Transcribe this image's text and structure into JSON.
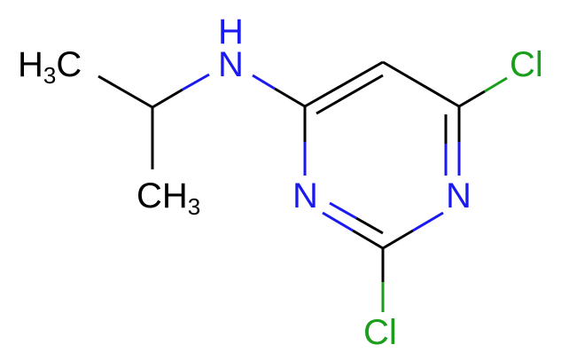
{
  "molecule": {
    "colors": {
      "carbon": "#000000",
      "nitrogen": "#1a1af0",
      "chlorine": "#1b9e1b",
      "background": "#ffffff"
    },
    "labels": {
      "methyl_top_main": "H",
      "methyl_top_sub": "3",
      "methyl_top_c": "C",
      "nh": "H",
      "nh_n": "N",
      "methyl_bottom_c": "CH",
      "methyl_bottom_sub": "3",
      "ring_n_left": "N",
      "ring_n_right": "N",
      "cl_top": "Cl",
      "cl_bottom": "Cl"
    }
  }
}
